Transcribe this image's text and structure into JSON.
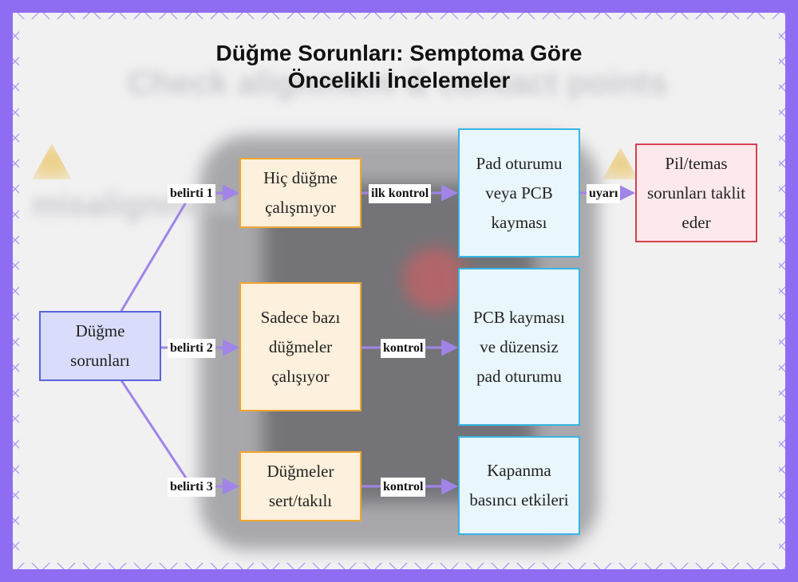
{
  "title": {
    "line1": "Düğme Sorunları: Semptoma Göre",
    "line2": "Öncelikli İncelemeler"
  },
  "colors": {
    "root_fill": "#d9dcfb",
    "root_border": "#5a63d8",
    "symptom_fill": "#fdf0dc",
    "symptom_border": "#f0a531",
    "check_fill": "#e9f6fb",
    "check_border": "#38b5e3",
    "warn_fill": "#fde8ec",
    "warn_border": "#d4414f",
    "edge": "#a084e8",
    "frame": "#8f6df2"
  },
  "nodes": {
    "root": "Düğme sorunları",
    "symptom1": "Hiç düğme çalışmıyor",
    "symptom2": "Sadece bazı düğmeler çalışıyor",
    "symptom3": "Düğmeler sert/takılı",
    "check1": "Pad oturumu veya PCB kayması",
    "check2": "PCB kayması ve düzensiz pad oturumu",
    "check3": "Kapanma basıncı etkileri",
    "warning1": "Pil/temas sorunları taklit eder"
  },
  "edge_labels": {
    "belirti1": "belirti 1",
    "belirti2": "belirti 2",
    "belirti3": "belirti 3",
    "ilk_kontrol": "ilk kontrol",
    "kontrol2": "kontrol",
    "kontrol3": "kontrol",
    "uyari": "uyarı"
  }
}
